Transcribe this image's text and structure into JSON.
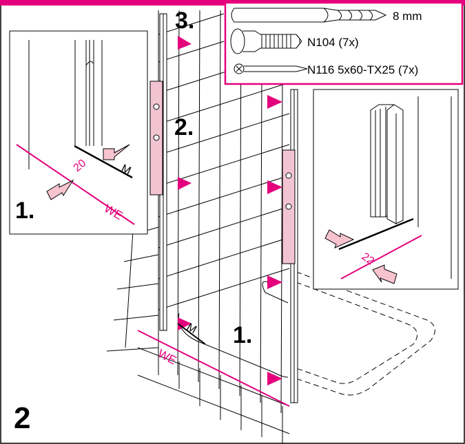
{
  "colors": {
    "accent": "#e4007d",
    "level": "#f2c4d2",
    "arrow": "#f6c3cf",
    "line": "#000000",
    "background": "#ffffff"
  },
  "page_number": "2",
  "labels": {
    "step_1_main": "1.",
    "step_1_detail": "1.",
    "step_2": "2.",
    "step_3": "3.",
    "wall_edge_main": "WE",
    "wall_edge_detail": "WE",
    "marker_main": "M",
    "marker_detail": "M",
    "dim_left": "20",
    "dim_right": "22"
  },
  "parts": [
    {
      "icon": "drill-bit-icon",
      "label": "8 mm"
    },
    {
      "icon": "wall-plug-icon",
      "label": "N104 (7x)"
    },
    {
      "icon": "screw-icon",
      "label": "N116 5x60-TX25 (7x)"
    }
  ]
}
